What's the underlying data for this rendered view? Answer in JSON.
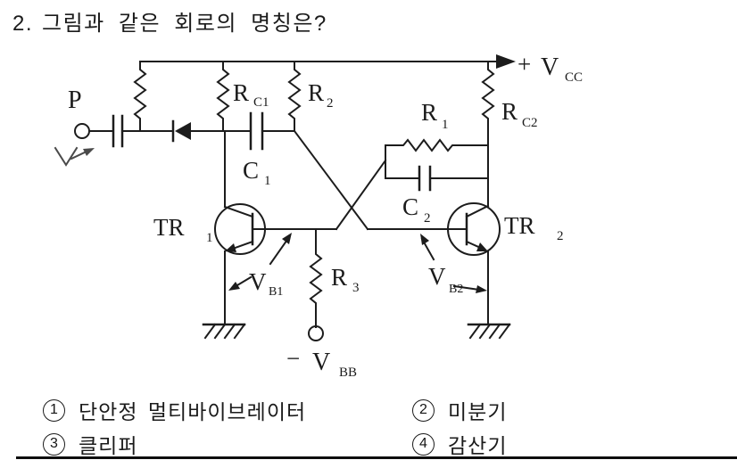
{
  "question": {
    "number_prefix": "2.",
    "text": "그림과 같은 회로의 명칭은?"
  },
  "circuit": {
    "supply_label": {
      "sign": "+",
      "letter": "V",
      "sub": "CC"
    },
    "bias_label": {
      "sign": "−",
      "letter": "V",
      "sub": "BB"
    },
    "input_label": "P",
    "rc1": {
      "letter": "R",
      "sub": "C1"
    },
    "r2": {
      "letter": "R",
      "sub": "2"
    },
    "r1": {
      "letter": "R",
      "sub": "1"
    },
    "rc2": {
      "letter": "R",
      "sub": "C2"
    },
    "r3": {
      "letter": "R",
      "sub": "3"
    },
    "c1": {
      "letter": "C",
      "sub": "1"
    },
    "c2": {
      "letter": "C",
      "sub": "2"
    },
    "tr1": {
      "letter": "TR",
      "sub": "1"
    },
    "tr2": {
      "letter": "TR",
      "sub": "2"
    },
    "vb1": {
      "letter": "V",
      "sub": "B1"
    },
    "vb2": {
      "letter": "V",
      "sub": "B2"
    }
  },
  "options": [
    {
      "number": "1",
      "label": "단안정 멀티바이브레이터"
    },
    {
      "number": "2",
      "label": "미분기"
    },
    {
      "number": "3",
      "label": "클리퍼"
    },
    {
      "number": "4",
      "label": "감산기"
    }
  ]
}
